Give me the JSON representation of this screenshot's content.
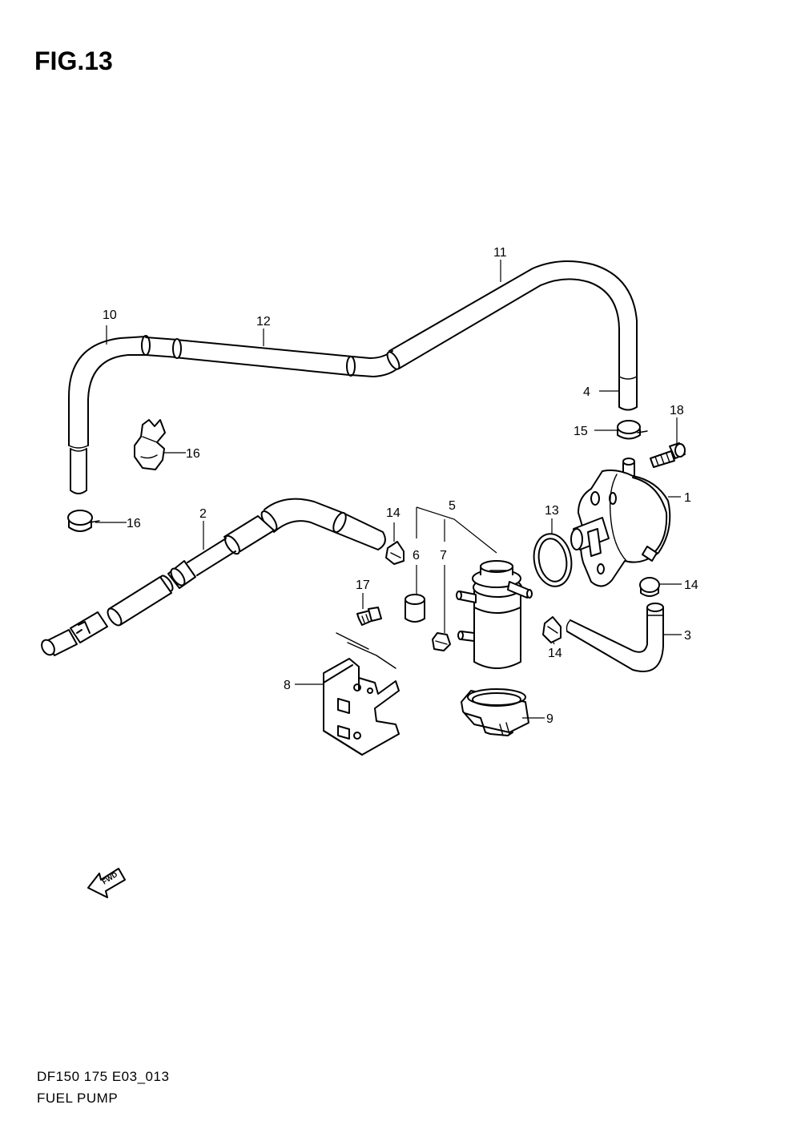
{
  "figure_title": "FIG.13",
  "diagram_code": "DF150 175 E03_013",
  "diagram_name": "FUEL PUMP",
  "fwd_label": "FWD",
  "callouts": [
    {
      "id": "callout-1",
      "label": "1",
      "part": "fuel-pump"
    },
    {
      "id": "callout-2",
      "label": "2",
      "part": "fuel-hose-inlet"
    },
    {
      "id": "callout-3",
      "label": "3",
      "part": "fuel-hose-pump-to-filter"
    },
    {
      "id": "callout-4",
      "label": "4",
      "part": "fuel-hose-pump-outlet"
    },
    {
      "id": "callout-5",
      "label": "5",
      "part": "fuel-filter"
    },
    {
      "id": "callout-6",
      "label": "6",
      "part": "filter-cap"
    },
    {
      "id": "callout-7",
      "label": "7",
      "part": "clip"
    },
    {
      "id": "callout-8",
      "label": "8",
      "part": "filter-bracket"
    },
    {
      "id": "callout-9",
      "label": "9",
      "part": "filter-holder"
    },
    {
      "id": "callout-10",
      "label": "10",
      "part": "fuel-hose-bend"
    },
    {
      "id": "callout-11",
      "label": "11",
      "part": "fuel-hose-upper"
    },
    {
      "id": "callout-12",
      "label": "12",
      "part": "protector-hose"
    },
    {
      "id": "callout-13",
      "label": "13",
      "part": "o-ring"
    },
    {
      "id": "callout-14a",
      "label": "14",
      "part": "clip"
    },
    {
      "id": "callout-14b",
      "label": "14",
      "part": "clip"
    },
    {
      "id": "callout-14c",
      "label": "14",
      "part": "clip"
    },
    {
      "id": "callout-15a",
      "label": "15",
      "part": "clip"
    },
    {
      "id": "callout-15b",
      "label": "15",
      "part": "clip"
    },
    {
      "id": "callout-16",
      "label": "16",
      "part": "hose-clamp"
    },
    {
      "id": "callout-17",
      "label": "17",
      "part": "bolt"
    },
    {
      "id": "callout-18",
      "label": "18",
      "part": "bolt"
    }
  ]
}
